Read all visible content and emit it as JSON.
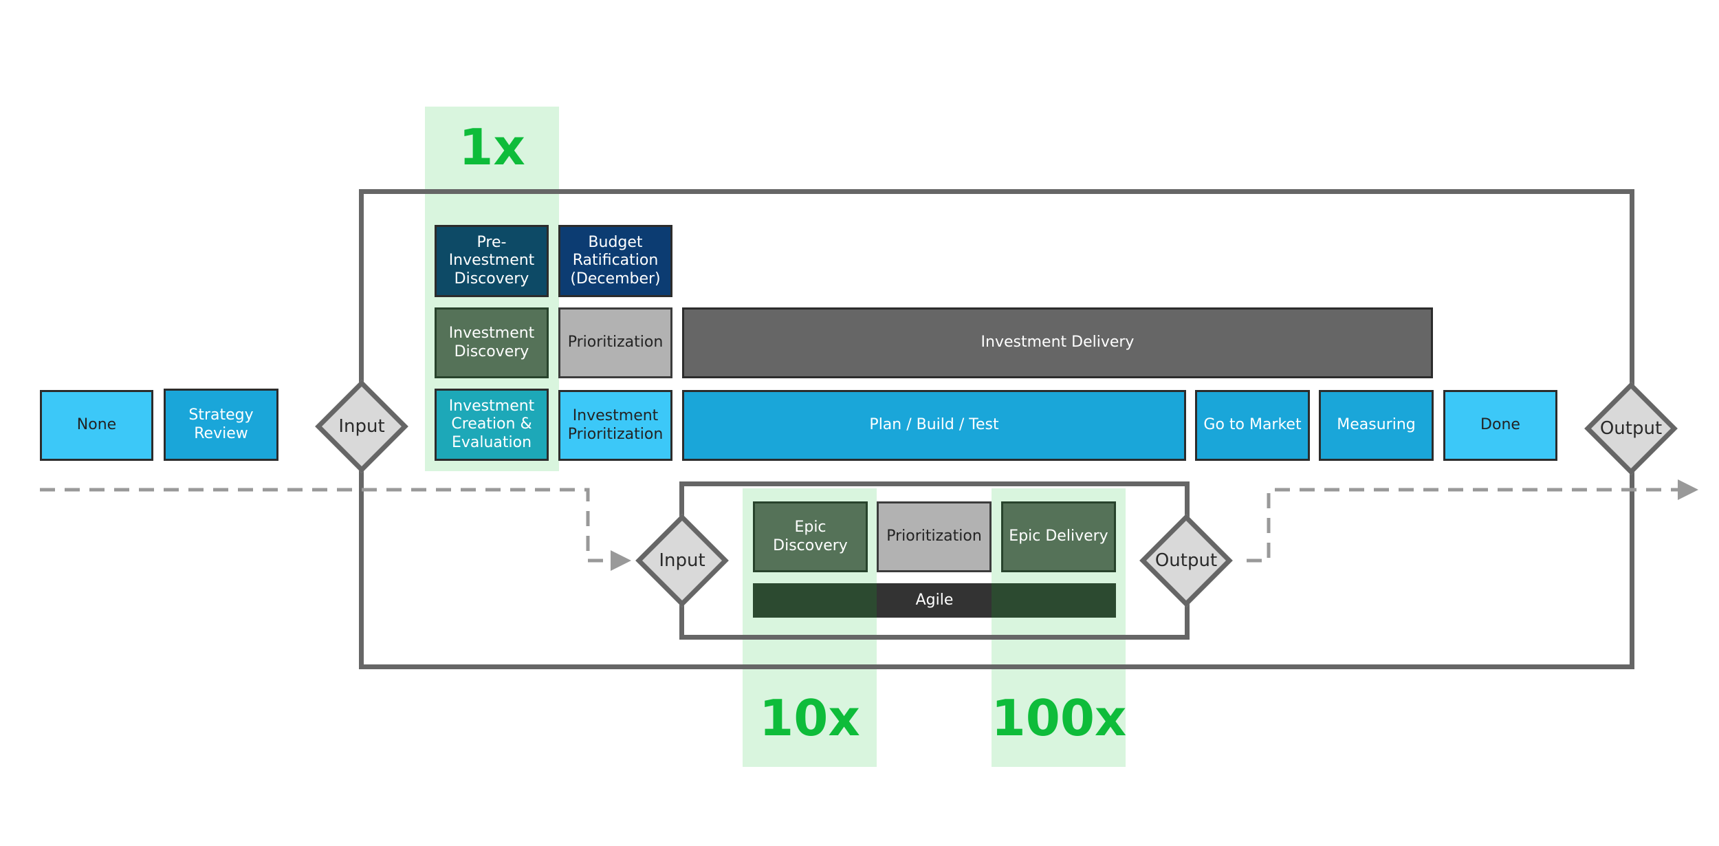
{
  "multipliers": {
    "one": "1x",
    "ten": "10x",
    "hundred": "100x"
  },
  "colors": {
    "band": "#d9f5de",
    "multiplier": "#0ebc3a",
    "frame": "#666666",
    "light_blue": "#3cc8f8",
    "mid_blue": "#1aa6d9",
    "teal": "#1da8b8",
    "navy_teal": "#0d4a66",
    "navy": "#0c3c72",
    "sage": "#557258",
    "grey": "#b2b2b2",
    "dark_grey": "#666666",
    "agile_bar": "#2c4a30",
    "dashed_line": "#999999"
  },
  "pre_flow": {
    "none": "None",
    "strategy_review": "Strategy Review"
  },
  "outer": {
    "input": "Input",
    "output": "Output",
    "row_top": {
      "pre_investment_discovery": "Pre-Investment Discovery",
      "budget_ratification": "Budget Ratification (December)"
    },
    "row_mid": {
      "investment_discovery": "Investment Discovery",
      "prioritization": "Prioritization",
      "investment_delivery": "Investment Delivery"
    },
    "row_main": {
      "investment_creation": "Investment Creation & Evaluation",
      "investment_prioritization": "Investment Prioritization",
      "plan_build_test": "Plan / Build / Test",
      "go_to_market": "Go to Market",
      "measuring": "Measuring"
    }
  },
  "post_flow": {
    "done": "Done"
  },
  "inner": {
    "input": "Input",
    "output": "Output",
    "epic_discovery": "Epic Discovery",
    "prioritization": "Prioritization",
    "epic_delivery": "Epic Delivery",
    "agile": "Agile"
  }
}
